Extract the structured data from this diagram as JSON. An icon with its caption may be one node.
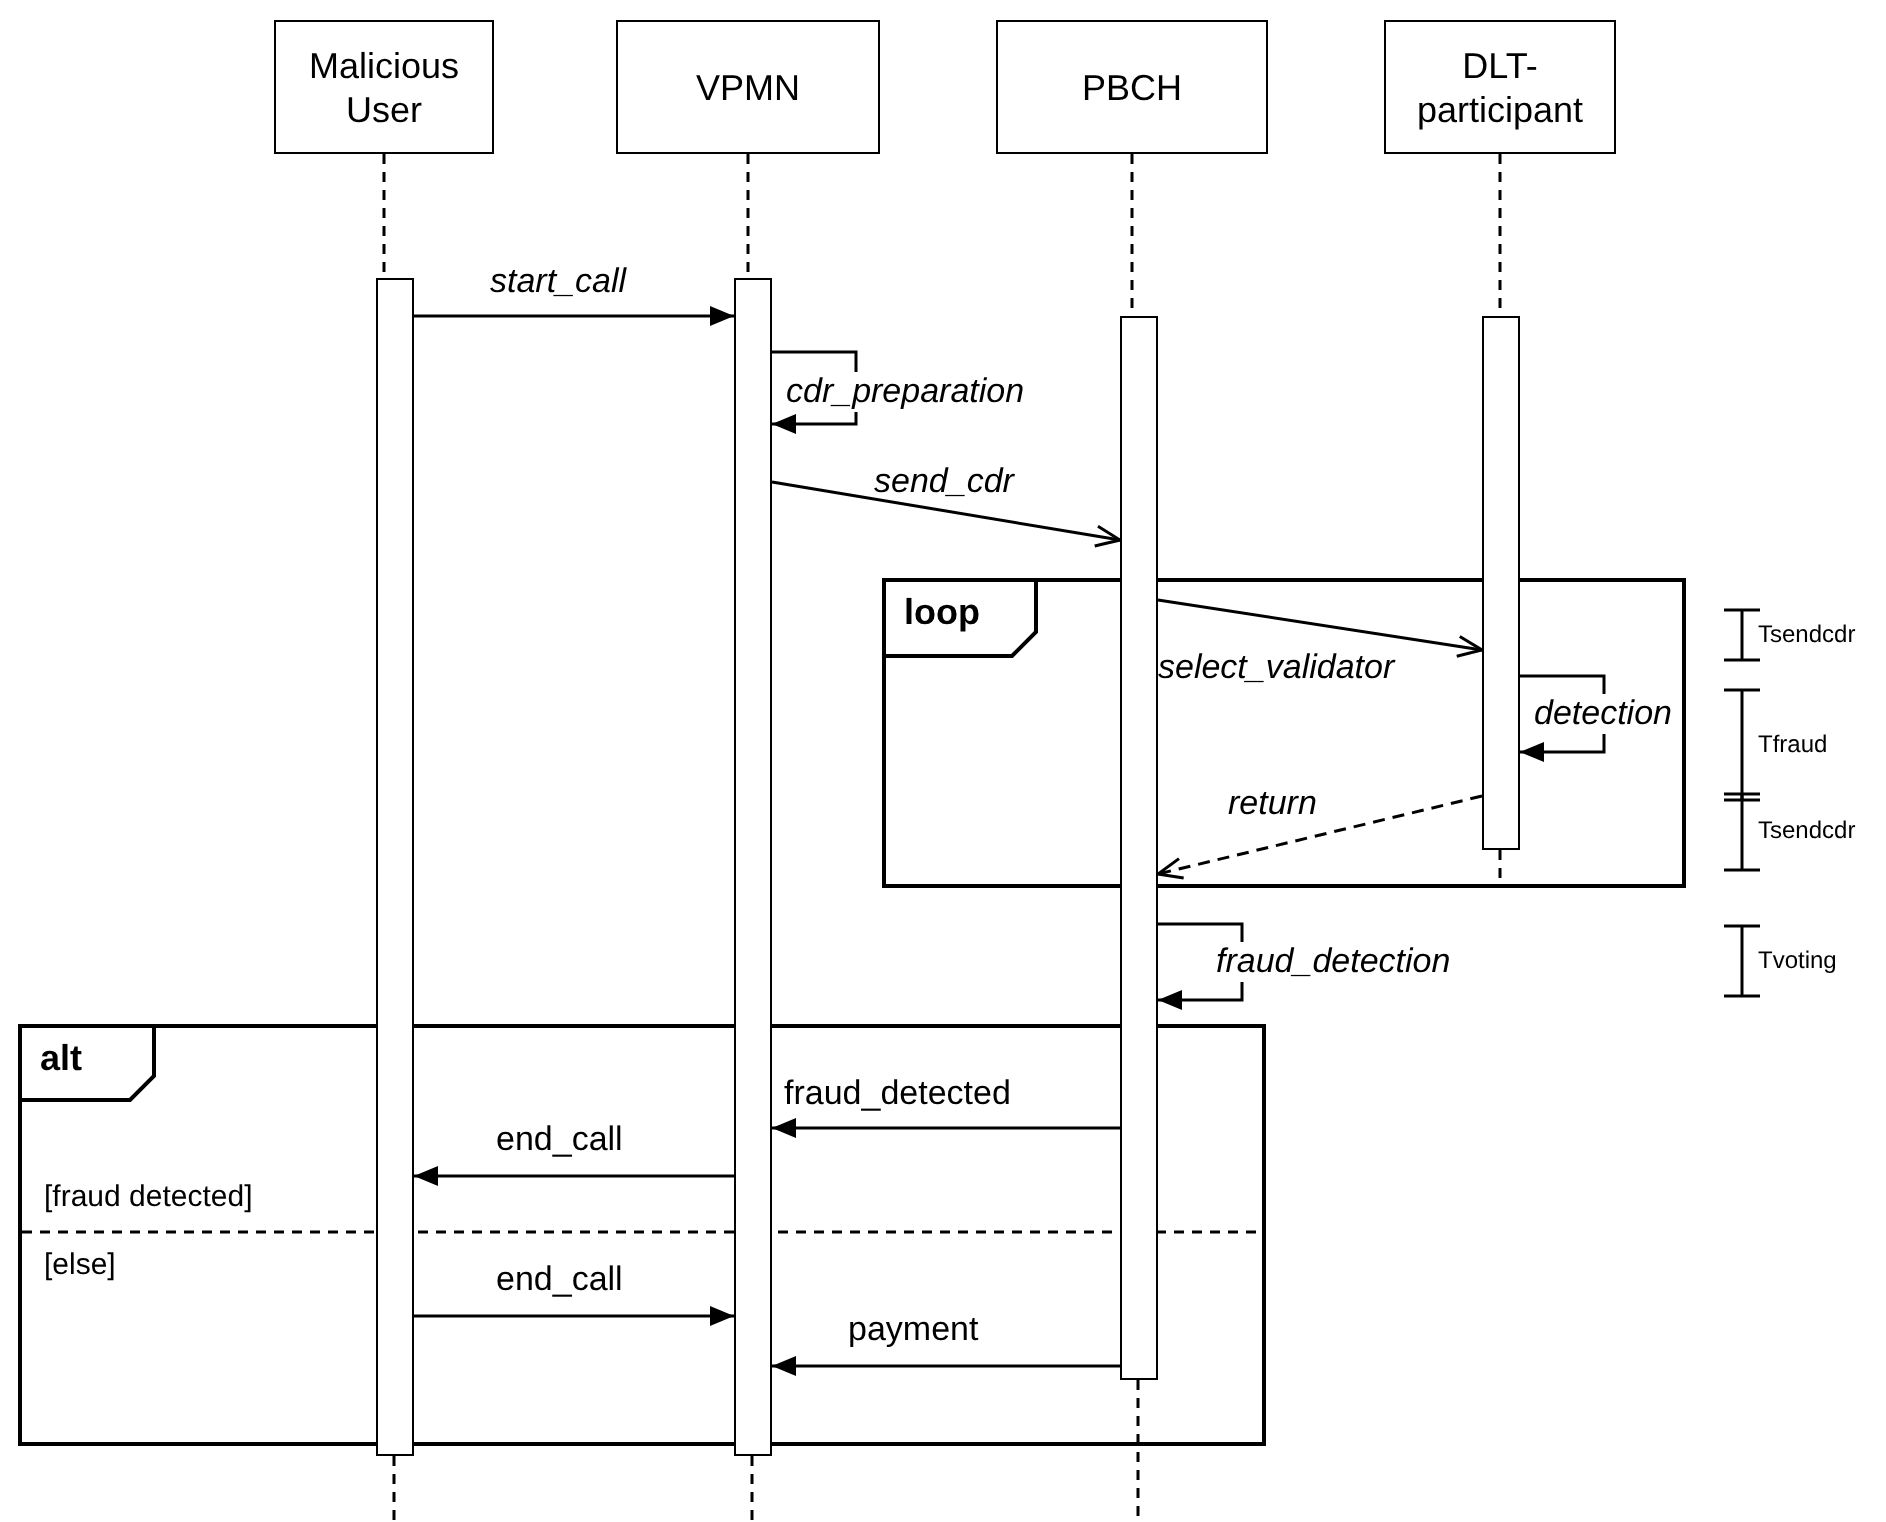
{
  "diagram": {
    "nodes": [
      {
        "text": [
          "Malicious User"
        ]
      },
      {
        "text": [
          "VPMN"
        ]
      },
      {
        "text": [
          "PBCH"
        ]
      },
      {
        "text": [
          "DLT-participant"
        ]
      },
      {
        "text": [],
        "shape": "bar"
      },
      {
        "text": [],
        "shape": "bar"
      },
      {
        "text": [],
        "shape": "bar"
      },
      {
        "text": [],
        "shape": "bar"
      }
    ],
    "edges": [
      {
        "from": 0,
        "to": 4,
        "arrow": "none",
        "style": "dashed"
      },
      {
        "from": 1,
        "to": 5,
        "arrow": "none",
        "style": "dashed"
      },
      {
        "from": 2,
        "to": 6,
        "arrow": "none",
        "style": "dashed"
      },
      {
        "from": 3,
        "to": 7,
        "arrow": "none",
        "style": "dashed"
      },
      {
        "from": 4,
        "to": 5,
        "arrow": "to",
        "label": "start_call"
      },
      {
        "from": 5,
        "to": 5,
        "arrow": "to",
        "label": "cdr_preparation"
      },
      {
        "from": 5,
        "to": 6,
        "arrow": "to",
        "label": "send_cdr"
      },
      {
        "from": 6,
        "to": 7,
        "arrow": "to",
        "label": "select_validator"
      },
      {
        "from": 7,
        "to": 7,
        "arrow": "to",
        "label": "detection"
      },
      {
        "from": 7,
        "to": 6,
        "arrow": "to",
        "label": "return",
        "style": "dashed"
      },
      {
        "from": 6,
        "to": 6,
        "arrow": "to",
        "label": "fraud_detection"
      },
      {
        "from": 6,
        "to": 5,
        "arrow": "to",
        "label": "fraud_detected"
      },
      {
        "from": 5,
        "to": 4,
        "arrow": "to",
        "label": "end_call"
      },
      {
        "from": 4,
        "to": 5,
        "arrow": "to",
        "label": "end_call"
      },
      {
        "from": 6,
        "to": 5,
        "arrow": "to",
        "label": "payment"
      }
    ],
    "labels": [
      "loop",
      "Tsendcdr",
      "Tfraud",
      "Tsendcdr",
      "Tvoting",
      "alt",
      "[fraud detected]",
      "[else]"
    ]
  }
}
